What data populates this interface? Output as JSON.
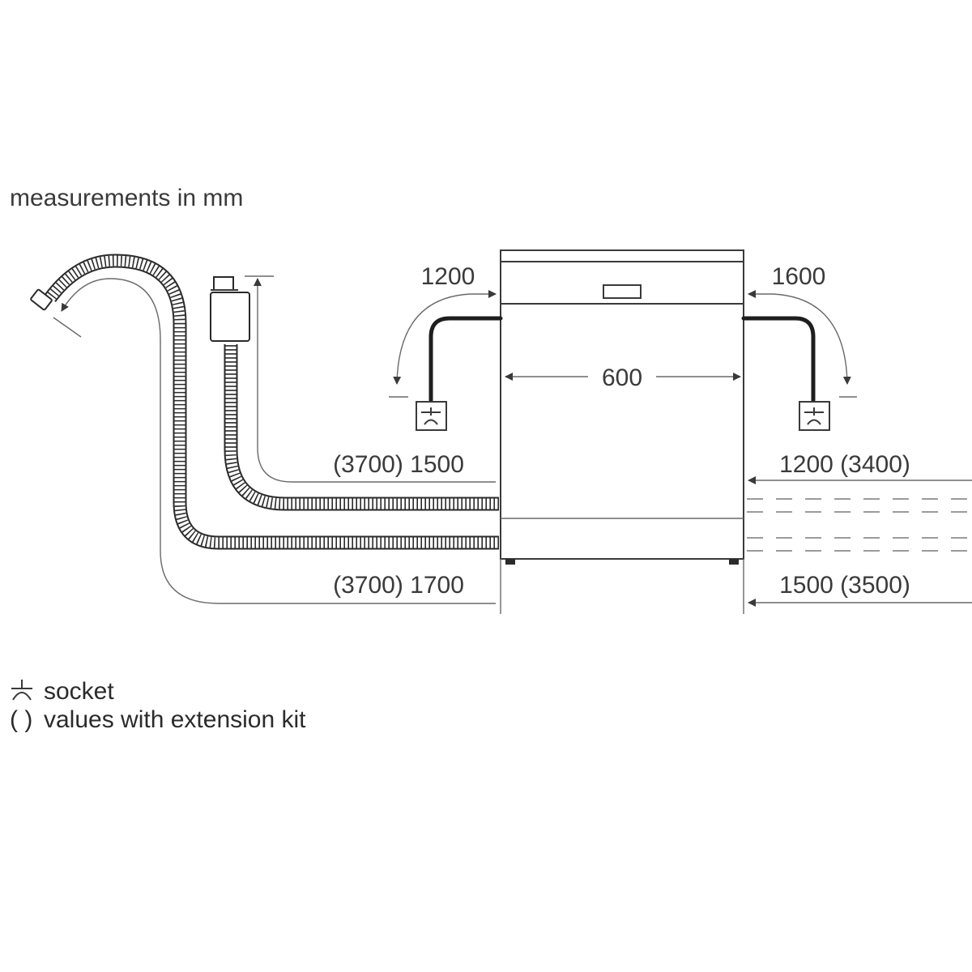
{
  "header": {
    "units_note": "measurements in mm"
  },
  "dimensions": {
    "cable_left": "1200",
    "cable_right": "1600",
    "width": "600",
    "inlet_left": "(3700) 1500",
    "inlet_right": "1200 (3400)",
    "drain_left": "(3700) 1700",
    "drain_right": "1500 (3500)"
  },
  "legend": {
    "socket_label": "socket",
    "paren_symbol": "( )",
    "extension_label": "values with extension kit"
  }
}
